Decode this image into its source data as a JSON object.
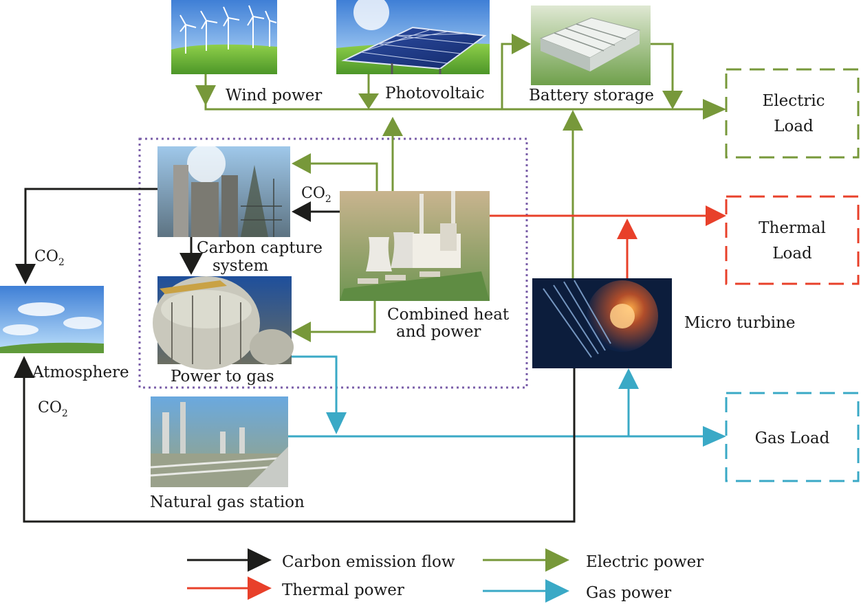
{
  "colors": {
    "carbon": "#1d1d1b",
    "thermal": "#e8402a",
    "electric": "#77983a",
    "gas": "#3aa9c6",
    "chp_boundary": "#7a5ea8"
  },
  "icons": {
    "wind": "wind-turbine-photo",
    "pv": "solar-panel-photo",
    "battery": "battery-storage-photo",
    "ccs": "carbon-capture-plant-photo",
    "p2g": "gas-storage-tank-photo",
    "chp": "power-plant-photo",
    "atmosphere": "blue-sky-photo",
    "ngs": "natural-gas-station-photo",
    "turbine": "micro-turbine-photo"
  },
  "nodes": {
    "wind": "Wind power",
    "pv": "Photovoltaic",
    "battery": "Battery storage",
    "ccs_line1": "Carbon capture",
    "ccs_line2": "system",
    "p2g": "Power to gas",
    "chp_line1": "Combined heat",
    "chp_line2": "and power",
    "atmosphere": "Atmosphere",
    "ngs": "Natural gas station",
    "turbine": "Micro turbine"
  },
  "loads": {
    "electric_line1": "Electric",
    "electric_line2": "Load",
    "thermal_line1": "Thermal",
    "thermal_line2": "Load",
    "gas": "Gas Load"
  },
  "co2": {
    "base": "CO",
    "sub": "2"
  },
  "legend": {
    "carbon": "Carbon emission flow",
    "electric": "Electric power",
    "thermal": "Thermal power",
    "gas": "Gas power"
  }
}
